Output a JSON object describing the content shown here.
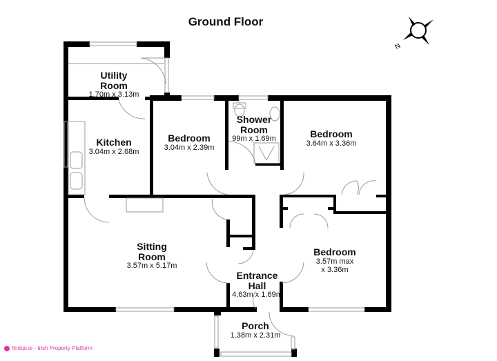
{
  "title": "Ground Floor",
  "compass": {
    "icon": "compass-north-icon",
    "letter": "N"
  },
  "rooms": [
    {
      "id": "utility",
      "name": "Utility Room",
      "name_line1": "Utility",
      "name_line2": "Room",
      "dimensions": "1.70m x 3.13m"
    },
    {
      "id": "kitchen",
      "name": "Kitchen",
      "dimensions": "3.04m x 2.68m"
    },
    {
      "id": "bedroom1",
      "name": "Bedroom",
      "dimensions": "3.04m x 2.39m"
    },
    {
      "id": "shower",
      "name": "Shower Room",
      "name_line1": "Shower",
      "name_line2": "Room",
      "dimensions": "99m x 1.69m"
    },
    {
      "id": "bedroom2",
      "name": "Bedroom",
      "dimensions": "3.64m x 3.36m"
    },
    {
      "id": "sitting",
      "name": "Sitting Room",
      "name_line1": "Sitting",
      "name_line2": "Room",
      "dimensions": "3.57m x 5.17m"
    },
    {
      "id": "bedroom3",
      "name": "Bedroom",
      "dimensions_line1": "3.57m max",
      "dimensions_line2": "x 3.36m"
    },
    {
      "id": "entrance",
      "name": "Entrance Hall",
      "name_line1": "Entrance",
      "name_line2": "Hall",
      "dimensions": "4.63m x 1.69m"
    },
    {
      "id": "porch",
      "name": "Porch",
      "dimensions": "1.38m x 2.31m"
    }
  ],
  "footer": {
    "icon": "globe-icon",
    "text": "findqo.ie - Irish Property Platform",
    "color": "#d63b9b"
  },
  "colors": {
    "wall": "#000000",
    "fixture": "#9a9a9a",
    "background": "#ffffff"
  }
}
